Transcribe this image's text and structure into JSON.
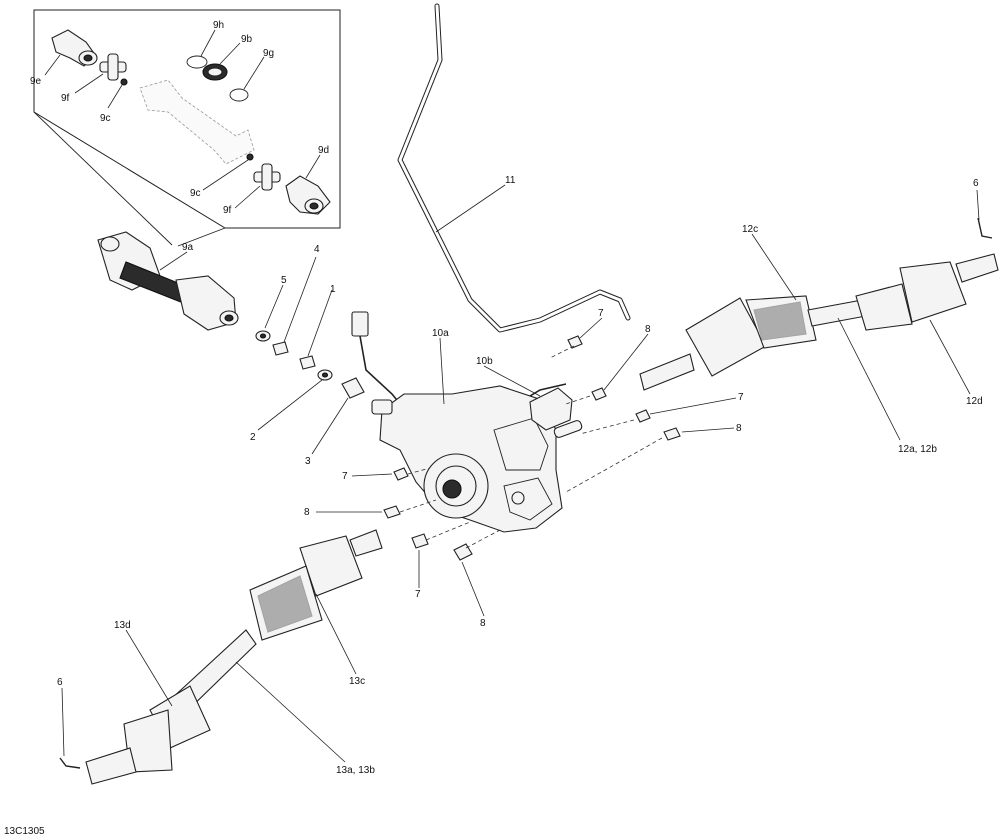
{
  "figure_ref": "13C1305",
  "callouts": {
    "c9h": "9h",
    "c9b": "9b",
    "c9g": "9g",
    "c9e": "9e",
    "c9f_top": "9f",
    "c9c_top": "9c",
    "c9d": "9d",
    "c9c_bot": "9c",
    "c9f_bot": "9f",
    "c9a": "9a",
    "c11": "11",
    "c6_right": "6",
    "c12c": "12c",
    "c12d": "12d",
    "c12ab": "12a, 12b",
    "c5": "5",
    "c4": "4",
    "c1": "1",
    "c2": "2",
    "c3": "3",
    "c10a": "10a",
    "c10b": "10b",
    "c7_a": "7",
    "c7_b": "7",
    "c7_c": "7",
    "c7_d": "7",
    "c8_a": "8",
    "c8_b": "8",
    "c8_c": "8",
    "c8_d": "8",
    "c13d": "13d",
    "c13c": "13c",
    "c13ab": "13a, 13b",
    "c6_left": "6"
  }
}
